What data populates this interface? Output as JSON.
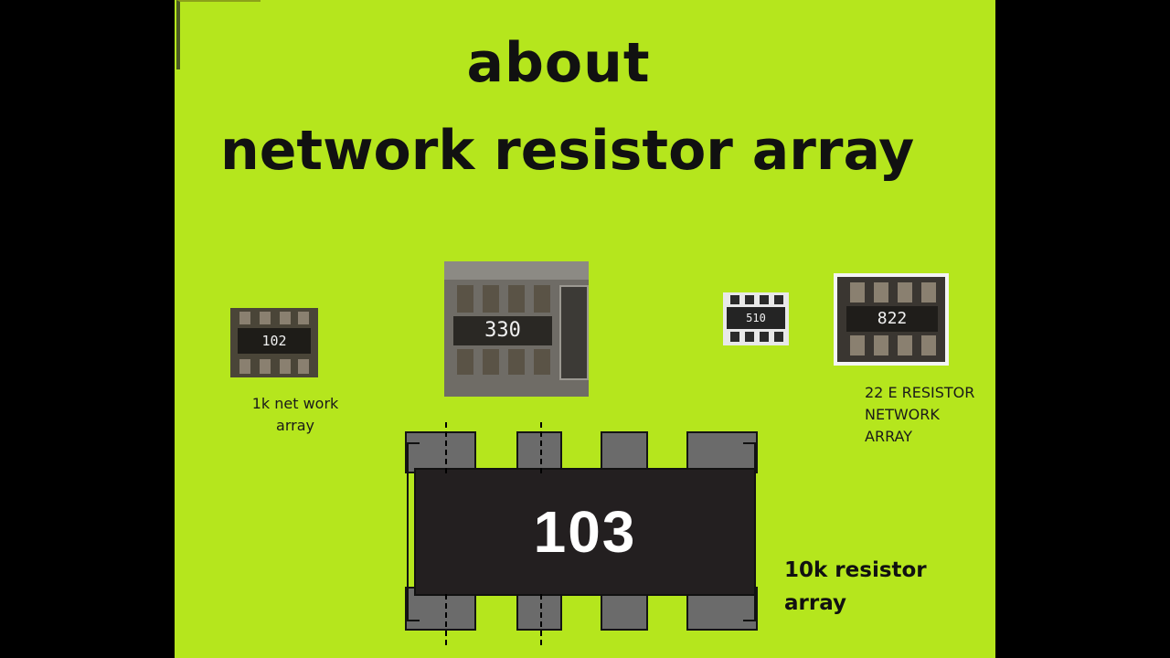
{
  "title": {
    "line1": "about",
    "line2": "network resistor array"
  },
  "chips": {
    "chip_102": {
      "marking": "102",
      "caption": "1k net work array"
    },
    "chip_330": {
      "marking": "330"
    },
    "chip_510": {
      "marking": "510"
    },
    "chip_822": {
      "marking": "822",
      "caption_lines": [
        "22 E  RESISTOR",
        "NETWORK",
        "ARRAY"
      ]
    },
    "chip_103": {
      "marking": "103",
      "caption_lines": [
        "10k resistor",
        "array"
      ]
    }
  },
  "colors": {
    "slide_background": "#b5e61d",
    "letterbox": "#000000",
    "chip_body": "#231f20",
    "chip_terminal": "#6b6b6b"
  }
}
